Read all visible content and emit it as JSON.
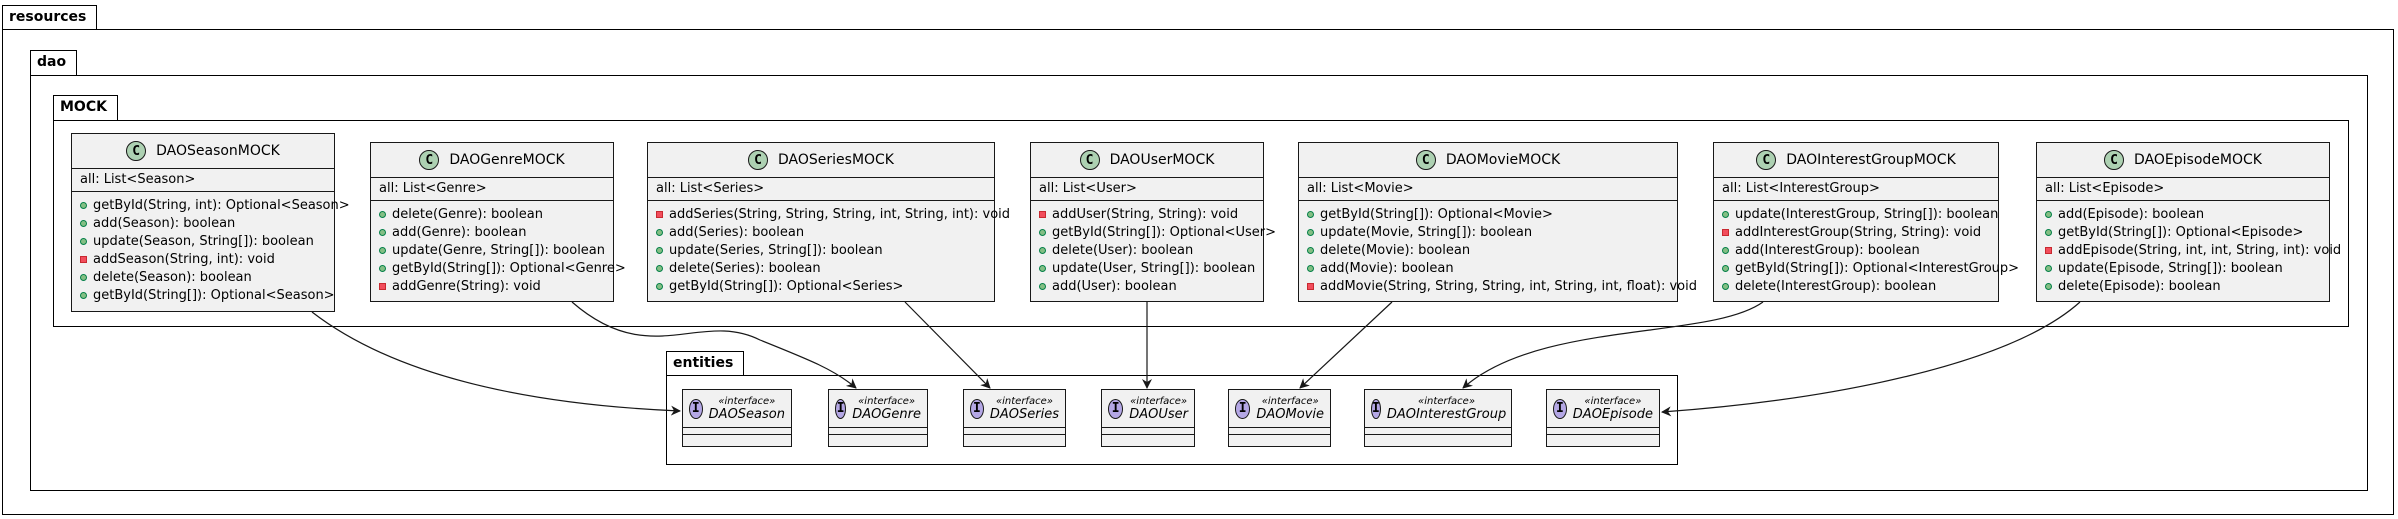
{
  "packages": {
    "resources": "resources",
    "dao": "dao",
    "mock": "MOCK",
    "entities": "entities"
  },
  "classes": [
    {
      "id": "season",
      "name": "DAOSeasonMOCK",
      "field": "all: List<Season>",
      "methods": [
        {
          "vis": "public",
          "sig": "getById(String, int): Optional<Season>"
        },
        {
          "vis": "public",
          "sig": "add(Season): boolean"
        },
        {
          "vis": "public",
          "sig": "update(Season, String[]): boolean"
        },
        {
          "vis": "private",
          "sig": "addSeason(String, int): void"
        },
        {
          "vis": "public",
          "sig": "delete(Season): boolean"
        },
        {
          "vis": "public",
          "sig": "getById(String[]): Optional<Season>"
        }
      ]
    },
    {
      "id": "genre",
      "name": "DAOGenreMOCK",
      "field": "all: List<Genre>",
      "methods": [
        {
          "vis": "public",
          "sig": "delete(Genre): boolean"
        },
        {
          "vis": "public",
          "sig": "add(Genre): boolean"
        },
        {
          "vis": "public",
          "sig": "update(Genre, String[]): boolean"
        },
        {
          "vis": "public",
          "sig": "getById(String[]): Optional<Genre>"
        },
        {
          "vis": "private",
          "sig": "addGenre(String): void"
        }
      ]
    },
    {
      "id": "series",
      "name": "DAOSeriesMOCK",
      "field": "all: List<Series>",
      "methods": [
        {
          "vis": "private",
          "sig": "addSeries(String, String, String, int, String, int): void"
        },
        {
          "vis": "public",
          "sig": "add(Series): boolean"
        },
        {
          "vis": "public",
          "sig": "update(Series, String[]): boolean"
        },
        {
          "vis": "public",
          "sig": "delete(Series): boolean"
        },
        {
          "vis": "public",
          "sig": "getById(String[]): Optional<Series>"
        }
      ]
    },
    {
      "id": "user",
      "name": "DAOUserMOCK",
      "field": "all: List<User>",
      "methods": [
        {
          "vis": "private",
          "sig": "addUser(String, String): void"
        },
        {
          "vis": "public",
          "sig": "getById(String[]): Optional<User>"
        },
        {
          "vis": "public",
          "sig": "delete(User): boolean"
        },
        {
          "vis": "public",
          "sig": "update(User, String[]): boolean"
        },
        {
          "vis": "public",
          "sig": "add(User): boolean"
        }
      ]
    },
    {
      "id": "movie",
      "name": "DAOMovieMOCK",
      "field": "all: List<Movie>",
      "methods": [
        {
          "vis": "public",
          "sig": "getById(String[]): Optional<Movie>"
        },
        {
          "vis": "public",
          "sig": "update(Movie, String[]): boolean"
        },
        {
          "vis": "public",
          "sig": "delete(Movie): boolean"
        },
        {
          "vis": "public",
          "sig": "add(Movie): boolean"
        },
        {
          "vis": "private",
          "sig": "addMovie(String, String, String, int, String, int, float): void"
        }
      ]
    },
    {
      "id": "interest",
      "name": "DAOInterestGroupMOCK",
      "field": "all: List<InterestGroup>",
      "methods": [
        {
          "vis": "public",
          "sig": "update(InterestGroup, String[]): boolean"
        },
        {
          "vis": "private",
          "sig": "addInterestGroup(String, String): void"
        },
        {
          "vis": "public",
          "sig": "add(InterestGroup): boolean"
        },
        {
          "vis": "public",
          "sig": "getById(String[]): Optional<InterestGroup>"
        },
        {
          "vis": "public",
          "sig": "delete(InterestGroup): boolean"
        }
      ]
    },
    {
      "id": "episode",
      "name": "DAOEpisodeMOCK",
      "field": "all: List<Episode>",
      "methods": [
        {
          "vis": "public",
          "sig": "add(Episode): boolean"
        },
        {
          "vis": "public",
          "sig": "getById(String[]): Optional<Episode>"
        },
        {
          "vis": "private",
          "sig": "addEpisode(String, int, int, String, int): void"
        },
        {
          "vis": "public",
          "sig": "update(Episode, String[]): boolean"
        },
        {
          "vis": "public",
          "sig": "delete(Episode): boolean"
        }
      ]
    }
  ],
  "interfaces": [
    {
      "id": "season",
      "stereotype": "«interface»",
      "name": "DAOSeason"
    },
    {
      "id": "genre",
      "stereotype": "«interface»",
      "name": "DAOGenre"
    },
    {
      "id": "series",
      "stereotype": "«interface»",
      "name": "DAOSeries"
    },
    {
      "id": "user",
      "stereotype": "«interface»",
      "name": "DAOUser"
    },
    {
      "id": "movie",
      "stereotype": "«interface»",
      "name": "DAOMovie"
    },
    {
      "id": "interest",
      "stereotype": "«interface»",
      "name": "DAOInterestGroup"
    },
    {
      "id": "episode",
      "stereotype": "«interface»",
      "name": "DAOEpisode"
    }
  ],
  "glyphs": {
    "class": "C",
    "interface": "I"
  },
  "colors": {
    "class_circle": "#add1b2",
    "interface_circle": "#b4a7e5",
    "box_fill": "#f1f1f1",
    "public_marker": "#84be84",
    "private_marker": "#f24d5c"
  }
}
